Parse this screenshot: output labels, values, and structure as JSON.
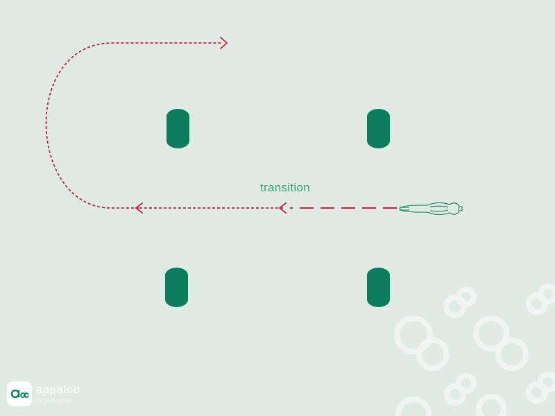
{
  "diagram": {
    "label": "transition",
    "colors": {
      "background": "#e1ebe6",
      "cone": "#0b7d5c",
      "path": "#cc1f3f",
      "label": "#3aa37a",
      "horse_outline": "#0b7d5c"
    },
    "elements": {
      "cones": 4,
      "path": "horse travels left along a dashed line, curves up around the left side, exits right",
      "horse": "horse-outline-top-view"
    }
  },
  "branding": {
    "logo_word": "appaloo",
    "logo_tagline": "by jaro.ocom",
    "logo_icon": "appaloo-logo-icon"
  }
}
